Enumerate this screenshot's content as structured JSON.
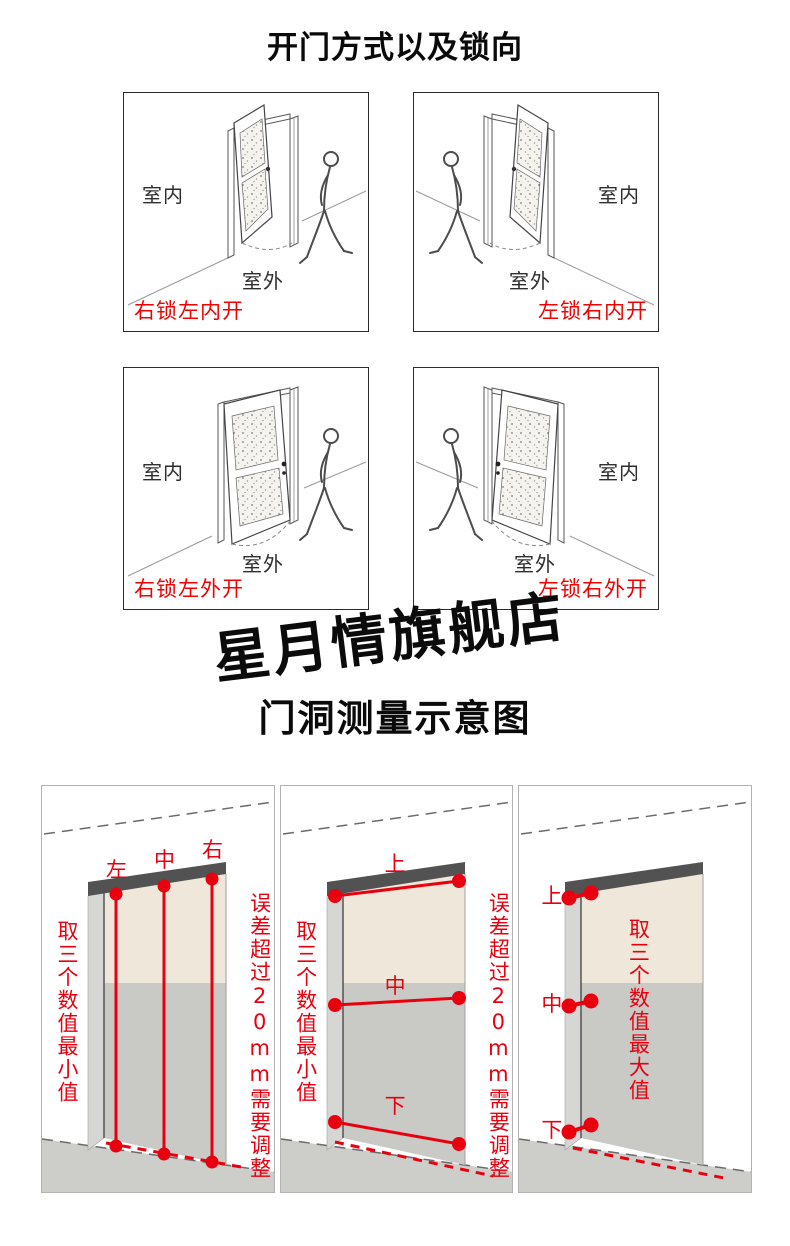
{
  "titles": {
    "main": "开门方式以及锁向",
    "measure": "门洞测量示意图"
  },
  "watermark": "星月情旗舰店",
  "door_panels": [
    {
      "indoor_label": "室内",
      "outdoor_label": "室外",
      "caption": "右锁左内开"
    },
    {
      "indoor_label": "室内",
      "outdoor_label": "室外",
      "caption": "左锁右内开"
    },
    {
      "indoor_label": "室内",
      "outdoor_label": "室外",
      "caption": "右锁左外开"
    },
    {
      "indoor_label": "室内",
      "outdoor_label": "室外",
      "caption": "左锁右外开"
    }
  ],
  "measure_panels": [
    {
      "point_labels": [
        "左",
        "中",
        "右"
      ],
      "left_note": "取三个数值最小值",
      "right_note": "误差超过20mm需要调整"
    },
    {
      "point_labels": [
        "上",
        "中",
        "下"
      ],
      "left_note": "取三个数值最小值",
      "right_note": "误差超过20mm需要调整"
    },
    {
      "point_labels": [
        "上",
        "中",
        "下"
      ],
      "center_note": "取三个数值最大值"
    }
  ],
  "colors": {
    "caption_red": "#f30000",
    "annotation_red": "#e8000f",
    "lintel_dark": "#525252",
    "jamb_grey": "#d6d6d4",
    "opening_top_beige": "#efe8da",
    "opening_bottom_grey": "#c9c9c5",
    "floor_grey": "#cdcdca"
  }
}
